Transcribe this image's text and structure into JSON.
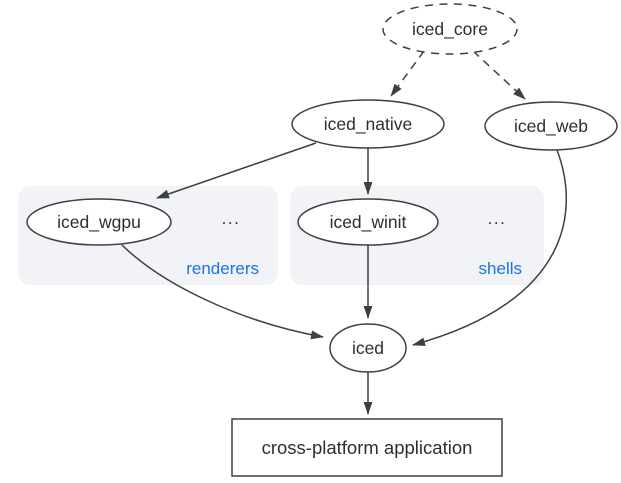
{
  "nodes": {
    "iced_core": "iced_core",
    "iced_native": "iced_native",
    "iced_web": "iced_web",
    "iced_wgpu": "iced_wgpu",
    "iced_winit": "iced_winit",
    "iced": "iced",
    "application": "cross-platform application"
  },
  "groups": {
    "renderers": {
      "label": "renderers",
      "more": "..."
    },
    "shells": {
      "label": "shells",
      "more": "..."
    }
  },
  "edges": [
    {
      "from": "iced_core",
      "to": "iced_native",
      "style": "dashed"
    },
    {
      "from": "iced_core",
      "to": "iced_web",
      "style": "dashed"
    },
    {
      "from": "iced_native",
      "to": "iced_wgpu",
      "style": "solid"
    },
    {
      "from": "iced_native",
      "to": "iced_winit",
      "style": "solid"
    },
    {
      "from": "iced_wgpu",
      "to": "iced",
      "style": "solid"
    },
    {
      "from": "iced_winit",
      "to": "iced",
      "style": "solid"
    },
    {
      "from": "iced_web",
      "to": "iced",
      "style": "solid"
    },
    {
      "from": "iced",
      "to": "cross-platform application",
      "style": "solid"
    }
  ],
  "colors": {
    "stroke": "#3c4043",
    "text": "#2b2f33",
    "group_label": "#1a73e8",
    "group_fill": "#f2f3f6",
    "node_fill": "#ffffff",
    "background": "#ffffff"
  }
}
